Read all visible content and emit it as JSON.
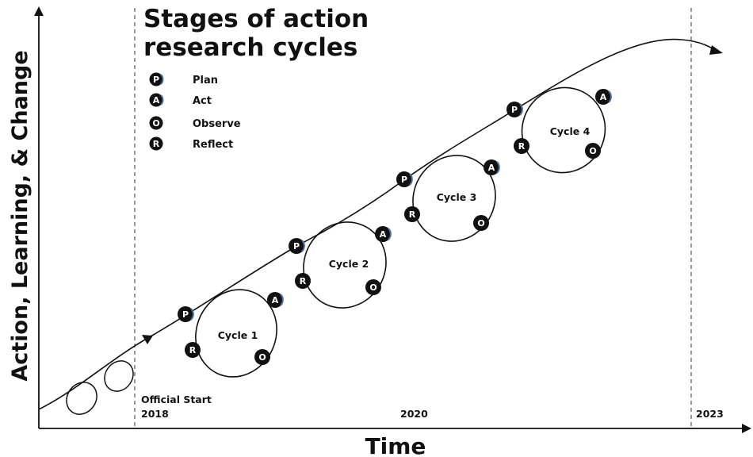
{
  "title": {
    "line1": "Stages of action",
    "line2": "research cycles"
  },
  "y_axis_label": "Action, Learning, & Change",
  "x_axis_label": "Time",
  "legend": [
    {
      "letter": "P",
      "label": "Plan"
    },
    {
      "letter": "A",
      "label": "Act"
    },
    {
      "letter": "O",
      "label": "Observe"
    },
    {
      "letter": "R",
      "label": "Reflect"
    }
  ],
  "cycles": [
    {
      "label": "Cycle 1"
    },
    {
      "label": "Cycle 2"
    },
    {
      "label": "Cycle 3"
    },
    {
      "label": "Cycle 4"
    }
  ],
  "time_markers": {
    "start_line1": "Official Start",
    "start_year": "2018",
    "mid_year": "2020",
    "end_year": "2023"
  },
  "colors": {
    "ink": "#111111",
    "marker_fill": "#111111",
    "marker_accent": "#4a6fa5"
  }
}
